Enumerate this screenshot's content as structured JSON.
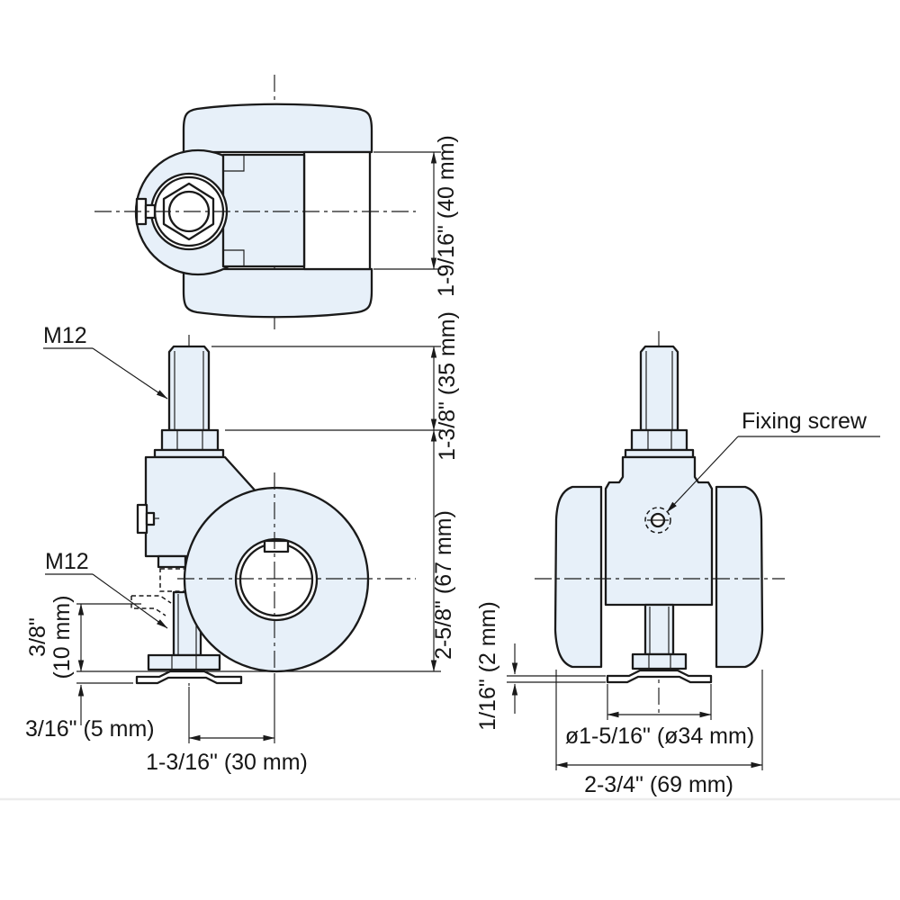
{
  "colors": {
    "part_fill": "#e7f0f9",
    "line": "#1a1a1a",
    "background": "#ffffff"
  },
  "views": {
    "top": {
      "dim_body_width": "1-9/16\" (40 mm)"
    },
    "front": {
      "label_top_thread": "M12",
      "label_bottom_thread": "M12",
      "dim_stem_length": "1-3/8\" (35 mm)",
      "dim_overall_height": "2-5/8\" (67 mm)",
      "dim_thread_protrusion_in": "3/8\"",
      "dim_thread_protrusion_mm": "(10 mm)",
      "dim_washer_clearance": "3/16\" (5 mm)",
      "dim_axle_offset": "1-3/16\" (30 mm)"
    },
    "side": {
      "label_fixing_screw": "Fixing screw",
      "dim_washer_thickness": "1/16\" (2 mm)",
      "dim_washer_diameter": "ø1-5/16\" (ø34 mm)",
      "dim_overall_width": "2-3/4\" (69 mm)"
    }
  }
}
